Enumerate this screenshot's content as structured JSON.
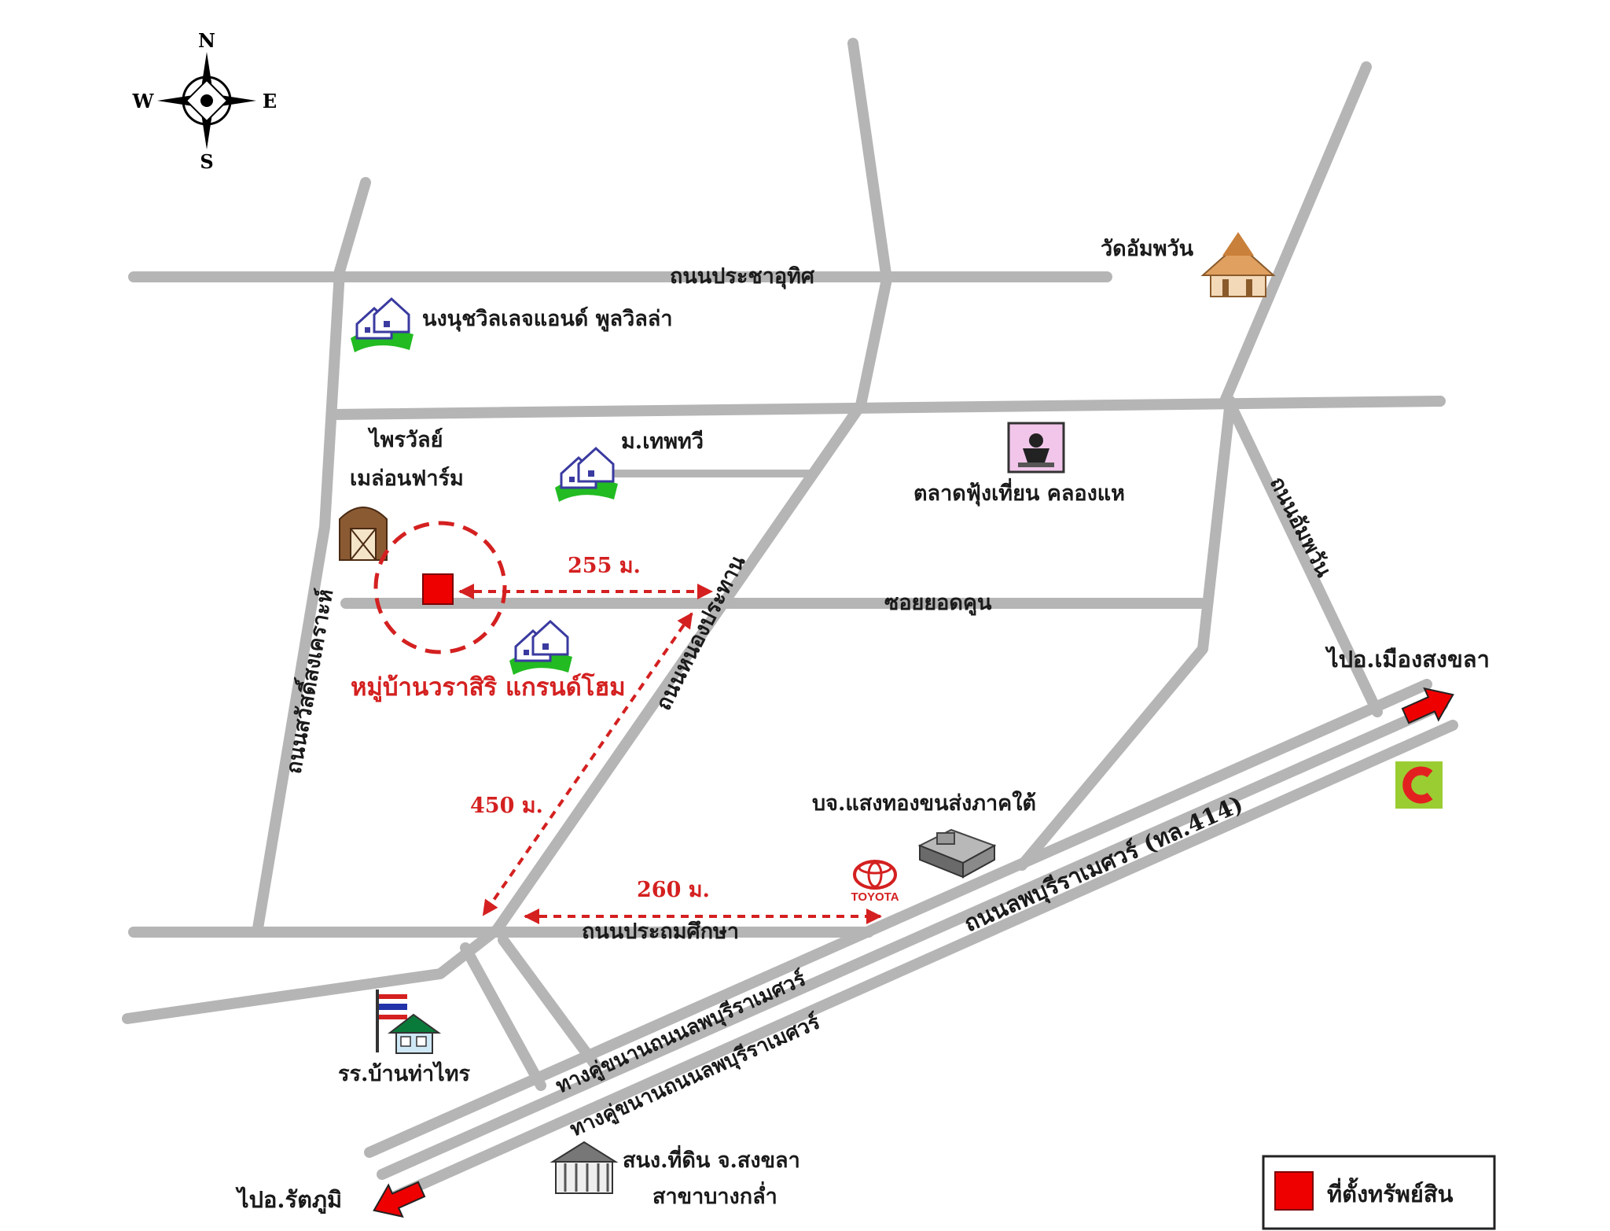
{
  "compass": {
    "north": "N",
    "south": "S",
    "east": "E",
    "west": "W"
  },
  "roads": {
    "prachauthit": "ถนนประชาอุทิศ",
    "soi_yodkhu": "ซอยยอดคูน",
    "nong_prathan": "ถนนหนองประทาน",
    "sawat_songkhro": "ถนนสวัสดิ์สงเคราะห์",
    "aumphawan": "ถนนอัมพวัน",
    "prathom_suksa": "ถนนประถมศึกษา",
    "kanchanawanit": "ถนนลพบุรีราเมศวร์ (ทล.414)",
    "frontage_upper": "ทางคู่ขนานถนนลพบุรีราเมศวร์",
    "frontage_lower": "ทางคู่ขนานถนนลพบุรีราเมศวร์"
  },
  "landmarks": {
    "wat": "วัดอัมพวัน",
    "village_top": "นงนุชวิลเลจแอนด์ พูลวิลล่า",
    "village_thep": "ม.เทพทวี",
    "melon_farm_1": "ไพรวัลย์",
    "melon_farm_2": "เมล่อนฟาร์ม",
    "market": "ตลาดฟุ้งเที่ยน คลองแห",
    "company": "บจ.แสงทองขนส่งภาคใต้",
    "toyota": "TOYOTA",
    "school": "รร.บ้านท่าไทร",
    "land_office_1": "สนง.ที่ดิน จ.สงขลา",
    "land_office_2": "สาขาบางกล่ำ"
  },
  "property": {
    "name": "หมู่บ้านวราสิริ แกรนด์โฮม"
  },
  "distances": {
    "east": "255 ม.",
    "diagonal": "450 ม.",
    "south": "260 ม."
  },
  "directions": {
    "to_songkhla": "ไปอ.เมืองสงขลา",
    "to_rattaphum": "ไปอ.รัตภูมิ"
  },
  "legend": {
    "label": "ที่ตั้งทรัพย์สิน",
    "color": "#ee0000"
  },
  "colors": {
    "road": "#b5b5b5",
    "accent_red": "#d42020",
    "village_green": "#22bb22"
  }
}
